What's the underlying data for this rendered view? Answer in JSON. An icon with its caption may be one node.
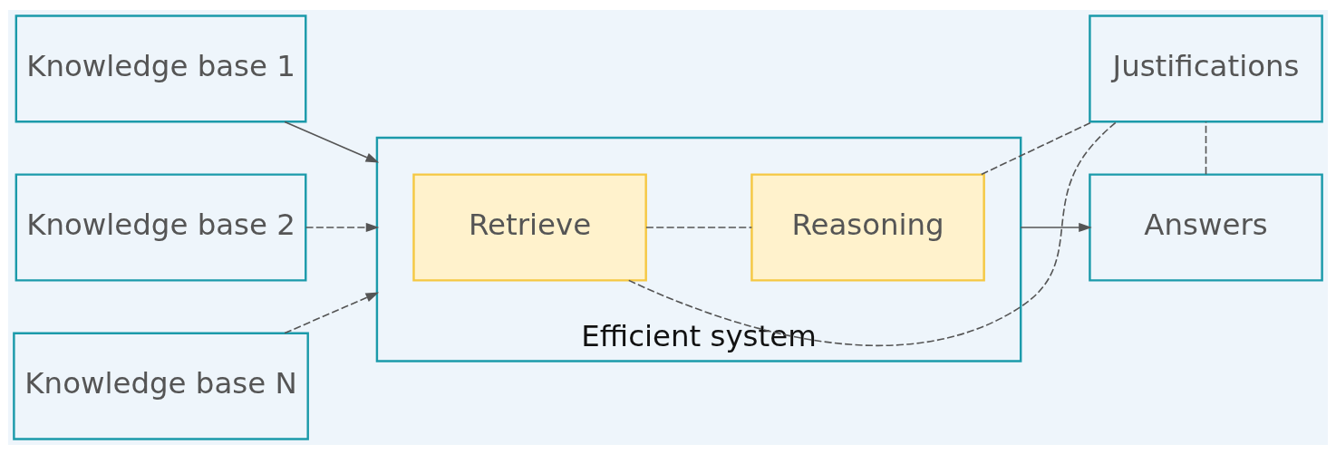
{
  "diagram": {
    "nodes": [
      {
        "text": [
          "Knowledge base 1"
        ]
      },
      {
        "text": [
          "Knowledge base 2"
        ]
      },
      {
        "text": [
          "Knowledge base N"
        ]
      },
      {
        "text": [
          "Efficient system"
        ]
      },
      {
        "text": [
          "Retrieve"
        ],
        "in": 3
      },
      {
        "text": [
          "Reasoning"
        ],
        "in": 3
      },
      {
        "text": [
          "Justifications"
        ]
      },
      {
        "text": [
          "Answers"
        ]
      }
    ],
    "edges": [
      {
        "from": 0,
        "to": 3,
        "arrow": "to"
      },
      {
        "from": 1,
        "to": 3,
        "arrow": "to",
        "style": "dashed"
      },
      {
        "from": 2,
        "to": 3,
        "arrow": "to",
        "style": "dashed"
      },
      {
        "from": 4,
        "to": 5,
        "arrow": "none",
        "style": "dashed"
      },
      {
        "from": 4,
        "to": 6,
        "arrow": "none",
        "style": "dashed"
      },
      {
        "from": 5,
        "to": 6,
        "arrow": "none",
        "style": "dashed"
      },
      {
        "from": 3,
        "to": 7,
        "arrow": "to"
      },
      {
        "from": 7,
        "to": 6,
        "arrow": "none",
        "style": "dashed"
      }
    ]
  }
}
